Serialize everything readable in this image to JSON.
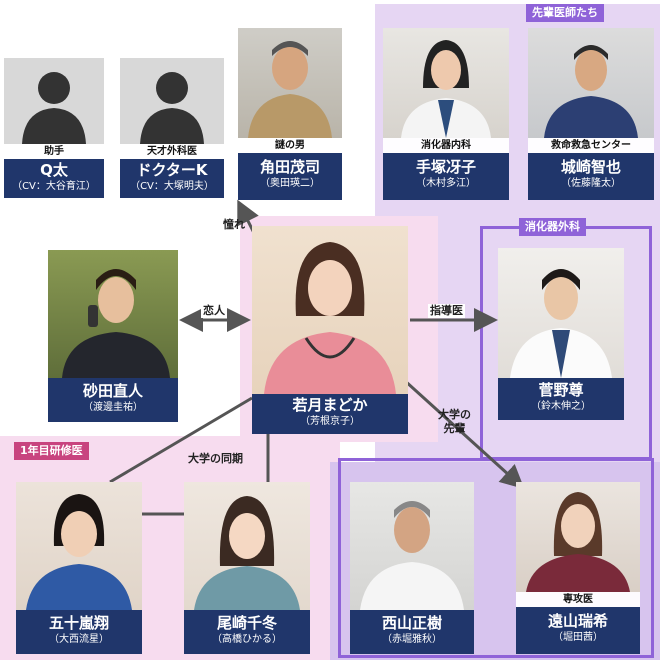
{
  "groups": {
    "senpai": "先輩医師たち",
    "shokaki_geka": "消化器外科",
    "kenshui": "1年目研修医"
  },
  "relations": {
    "akogare": "憧れ",
    "koibito": "恋人",
    "shidoui": "指導医",
    "daigaku_doki": "大学の同期",
    "daigaku_senpai": "大学の\n先輩"
  },
  "characters": {
    "qta": {
      "role": "助手",
      "name": "Q太",
      "cast": "（CV：大谷育江）"
    },
    "doctork": {
      "role": "天才外科医",
      "name": "ドクターK",
      "cast": "（CV：大塚明夫）"
    },
    "tsunoda": {
      "role": "謎の男",
      "name": "角田茂司",
      "cast": "（奥田瑛二）"
    },
    "tezuka": {
      "role": "消化器内科",
      "name": "手塚冴子",
      "cast": "（木村多江）"
    },
    "shirosaki": {
      "role": "救命救急センター",
      "name": "城崎智也",
      "cast": "（佐藤隆太）"
    },
    "sunada": {
      "name": "砂田直人",
      "cast": "（渡邊圭祐）"
    },
    "wakatsuki": {
      "name": "若月まどか",
      "cast": "（芳根京子）"
    },
    "sugano": {
      "name": "菅野尊",
      "cast": "（鈴木伸之）"
    },
    "igarashi": {
      "name": "五十嵐翔",
      "cast": "（大西流星）"
    },
    "ozaki": {
      "name": "尾崎千冬",
      "cast": "（高橋ひかる）"
    },
    "nishiyama": {
      "name": "西山正樹",
      "cast": "（赤堀雅秋）"
    },
    "toyama": {
      "role": "専攻医",
      "name": "遠山瑞希",
      "cast": "（堀田茜）"
    }
  },
  "colors": {
    "namebox": "#20366b",
    "purple_frame": "#8f63d8",
    "senpai_bg": "#e6d6f3",
    "pink_bg": "#f7dcef",
    "kenshui_tag": "#c8447f",
    "line": "#555555"
  }
}
